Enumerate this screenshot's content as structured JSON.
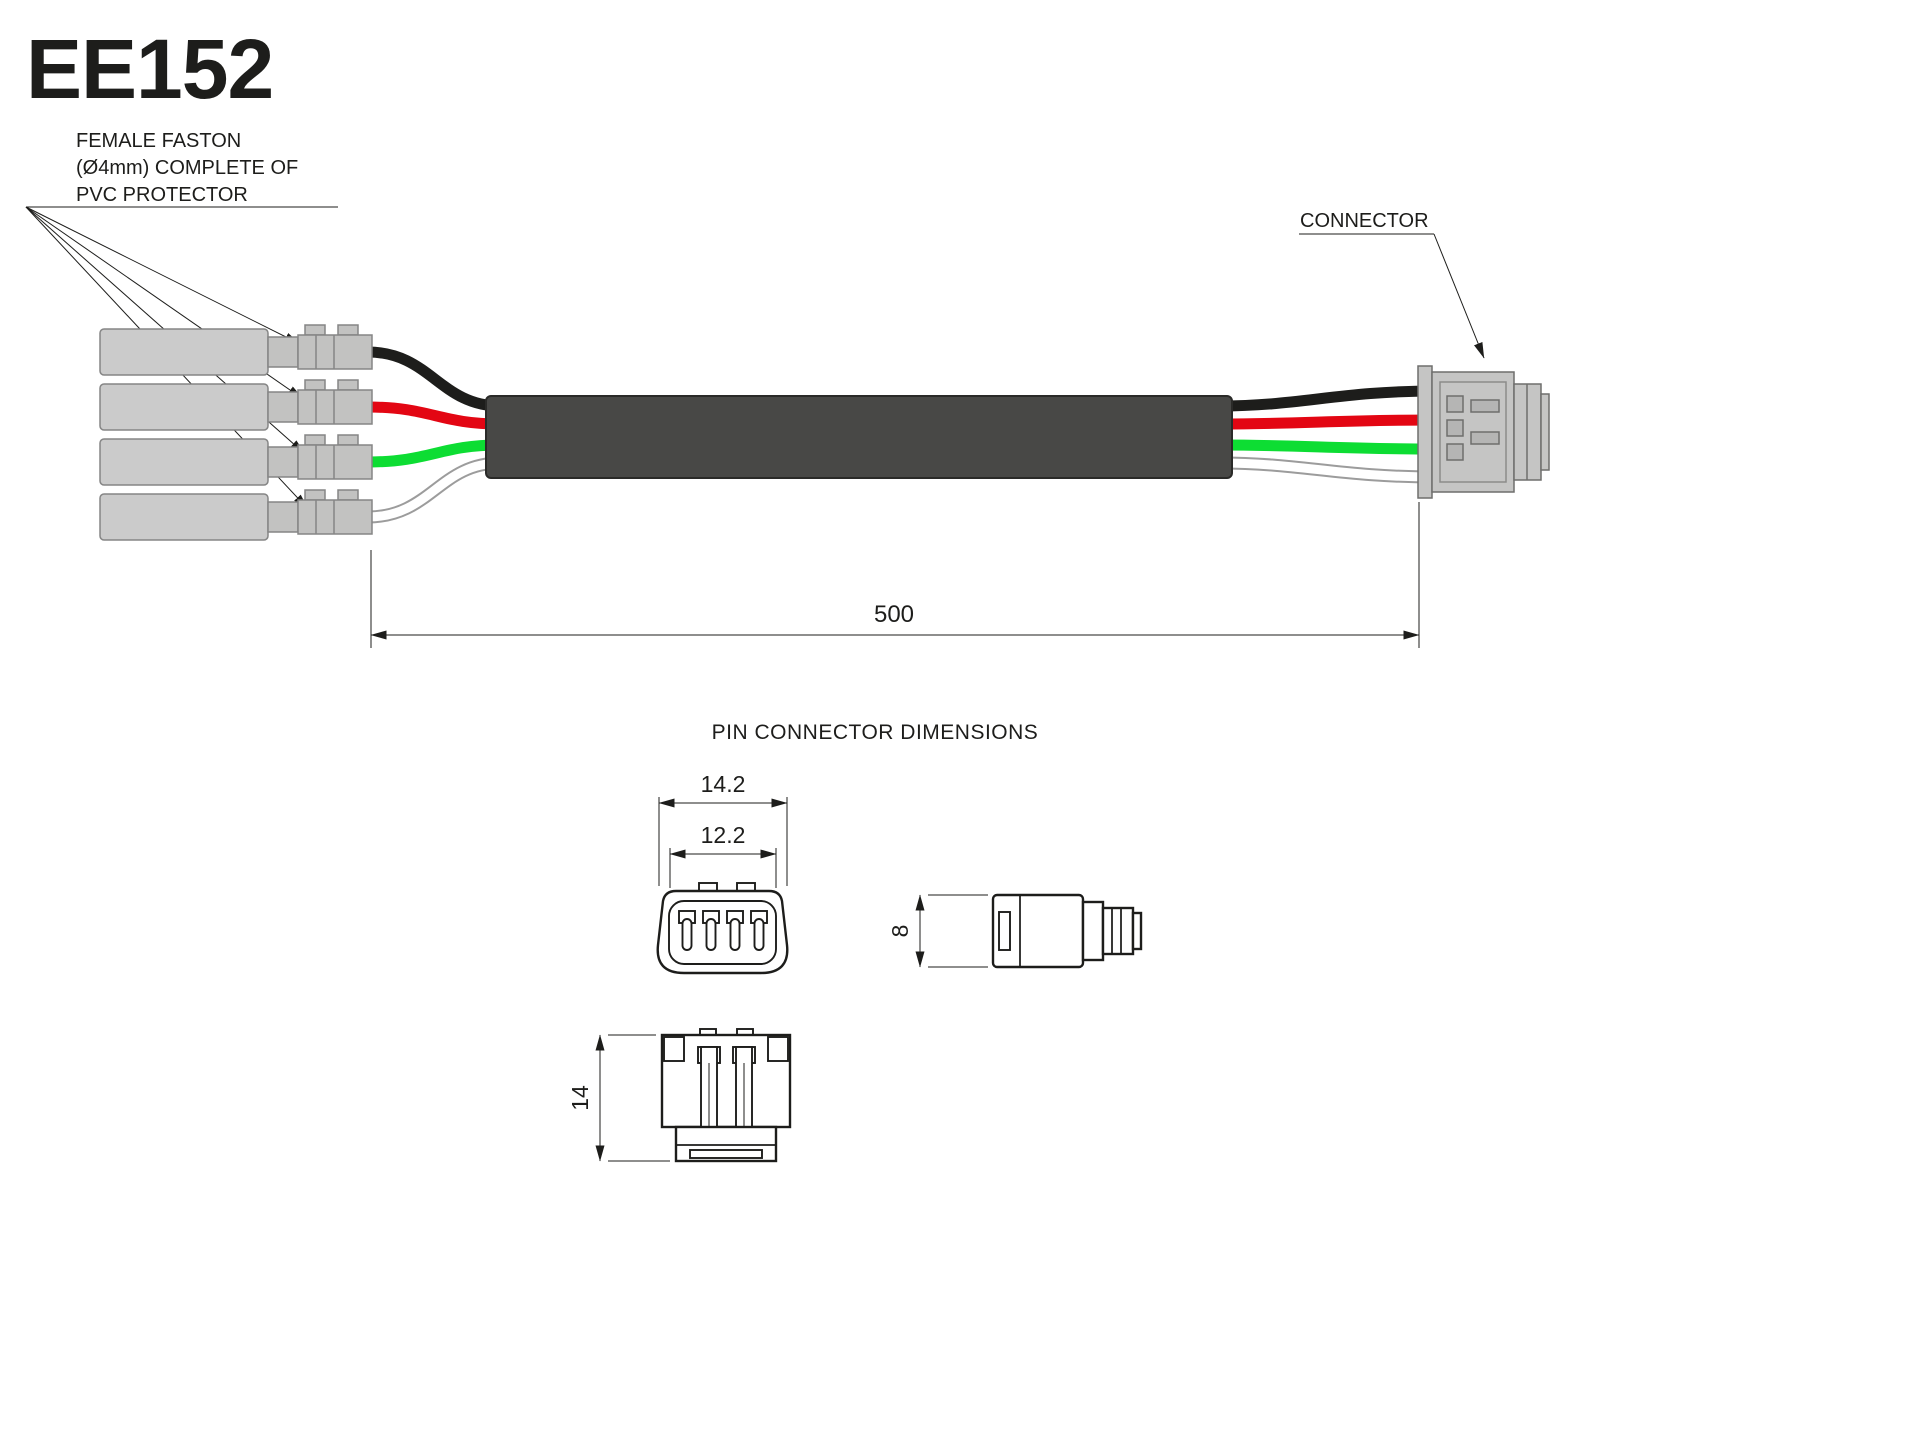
{
  "title": "EE152",
  "callouts": {
    "faston": {
      "line1": "FEMALE FASTON",
      "line2": "(Ø4mm) COMPLETE OF",
      "line3": "PVC PROTECTOR"
    },
    "connector": "CONNECTOR"
  },
  "section_title": "PIN CONNECTOR DIMENSIONS",
  "dimensions": {
    "cable_length": "500",
    "connector_outer_width": "14.2",
    "connector_inner_width": "12.2",
    "connector_side_height": "8",
    "connector_bottom_length": "14"
  },
  "colors": {
    "line": "#1d1d1b",
    "wire_black": "#1d1d1b",
    "wire_red": "#e30613",
    "wire_green": "#0ddd33",
    "wire_white": "#ffffff",
    "wire_white_outline": "#9c9c9c",
    "sheath": "#484846",
    "sheath_edge": "#2a2a28",
    "terminal_sleeve": "#cbcbcb",
    "terminal_metal": "#c2c2c1",
    "connector_body": "#c5c5c4"
  }
}
